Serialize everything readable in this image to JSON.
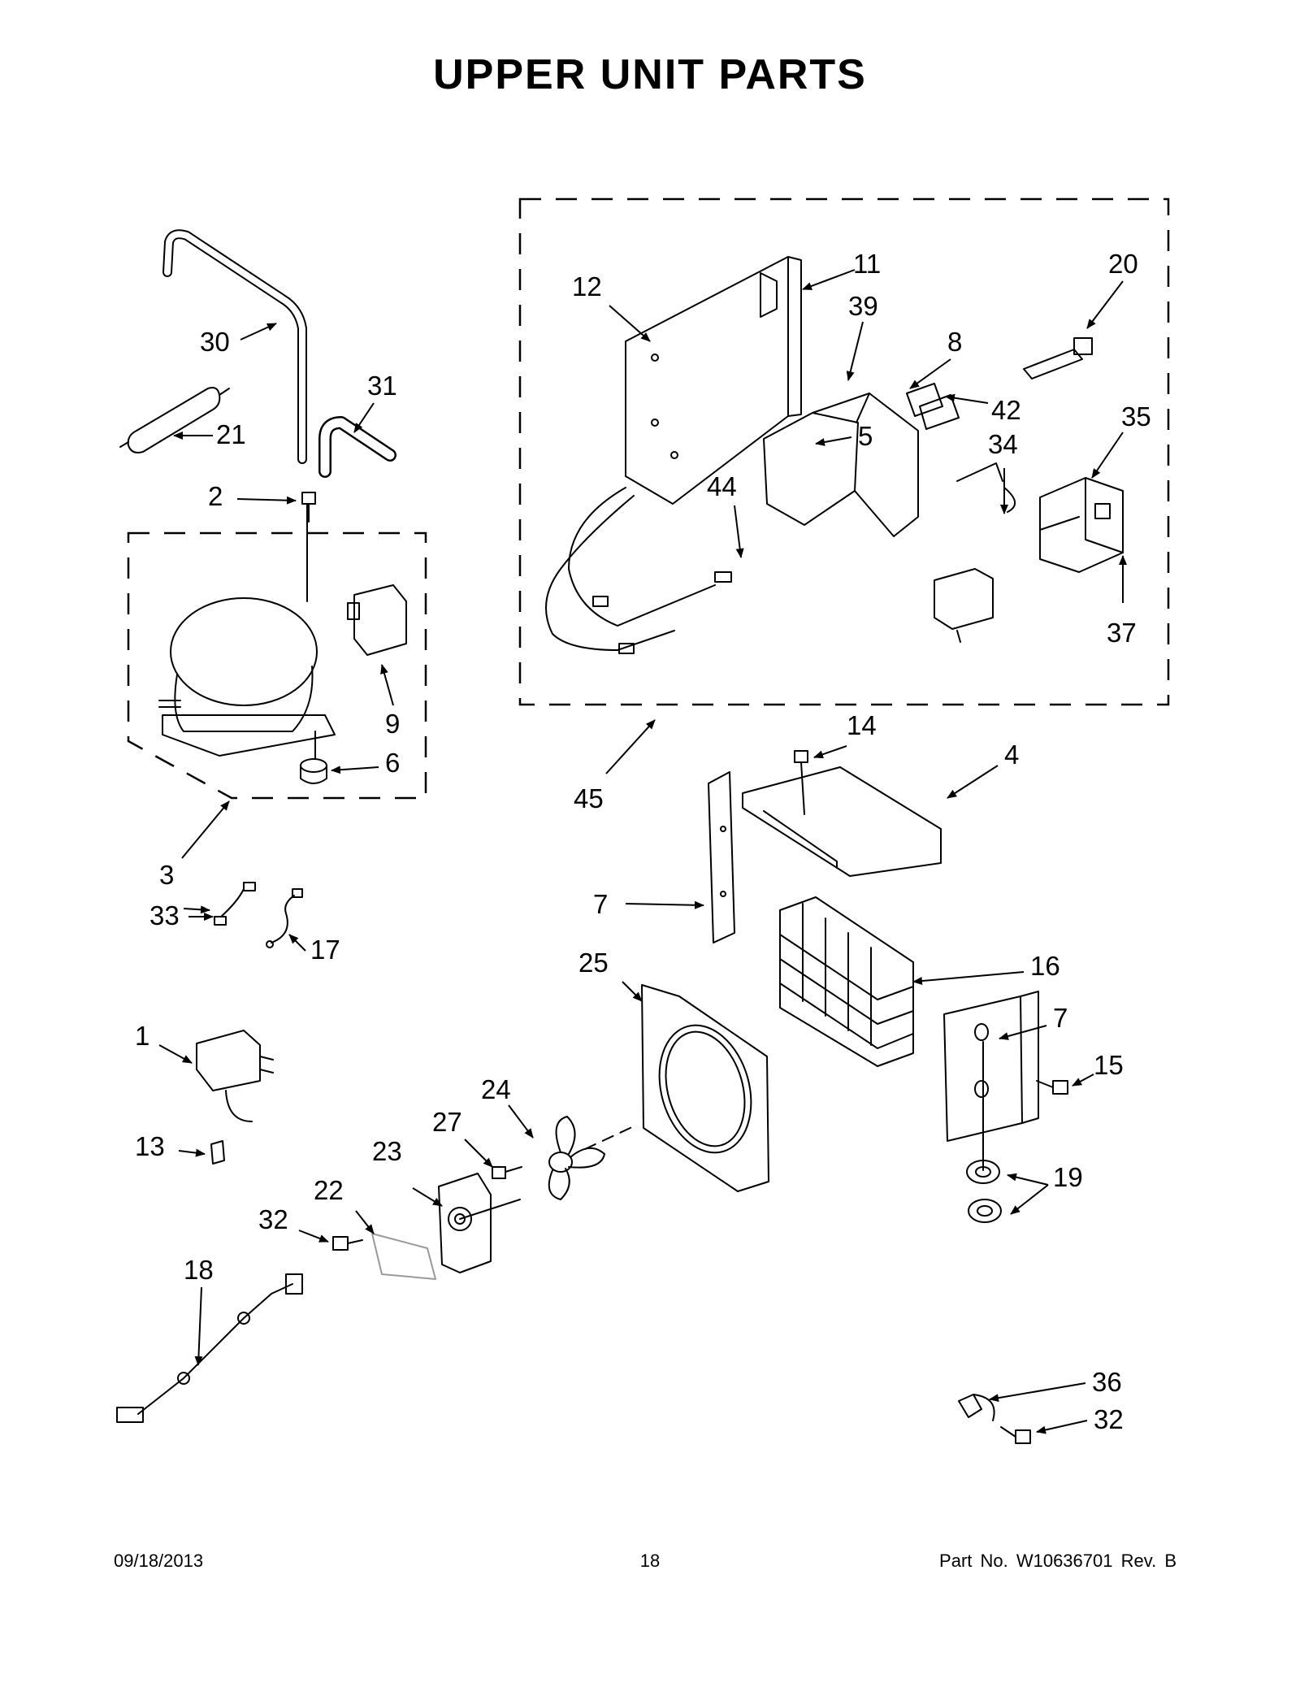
{
  "title": "UPPER UNIT PARTS",
  "footer": {
    "date": "09/18/2013",
    "page": "18",
    "part_number": "Part No.  W10636701  Rev.  B"
  },
  "callouts": [
    "1",
    "2",
    "3",
    "4",
    "5",
    "6",
    "7",
    "7",
    "8",
    "9",
    "11",
    "12",
    "13",
    "14",
    "15",
    "16",
    "17",
    "18",
    "19",
    "20",
    "21",
    "22",
    "23",
    "24",
    "25",
    "27",
    "30",
    "31",
    "32",
    "32",
    "33",
    "34",
    "35",
    "36",
    "37",
    "39",
    "42",
    "44",
    "45"
  ]
}
